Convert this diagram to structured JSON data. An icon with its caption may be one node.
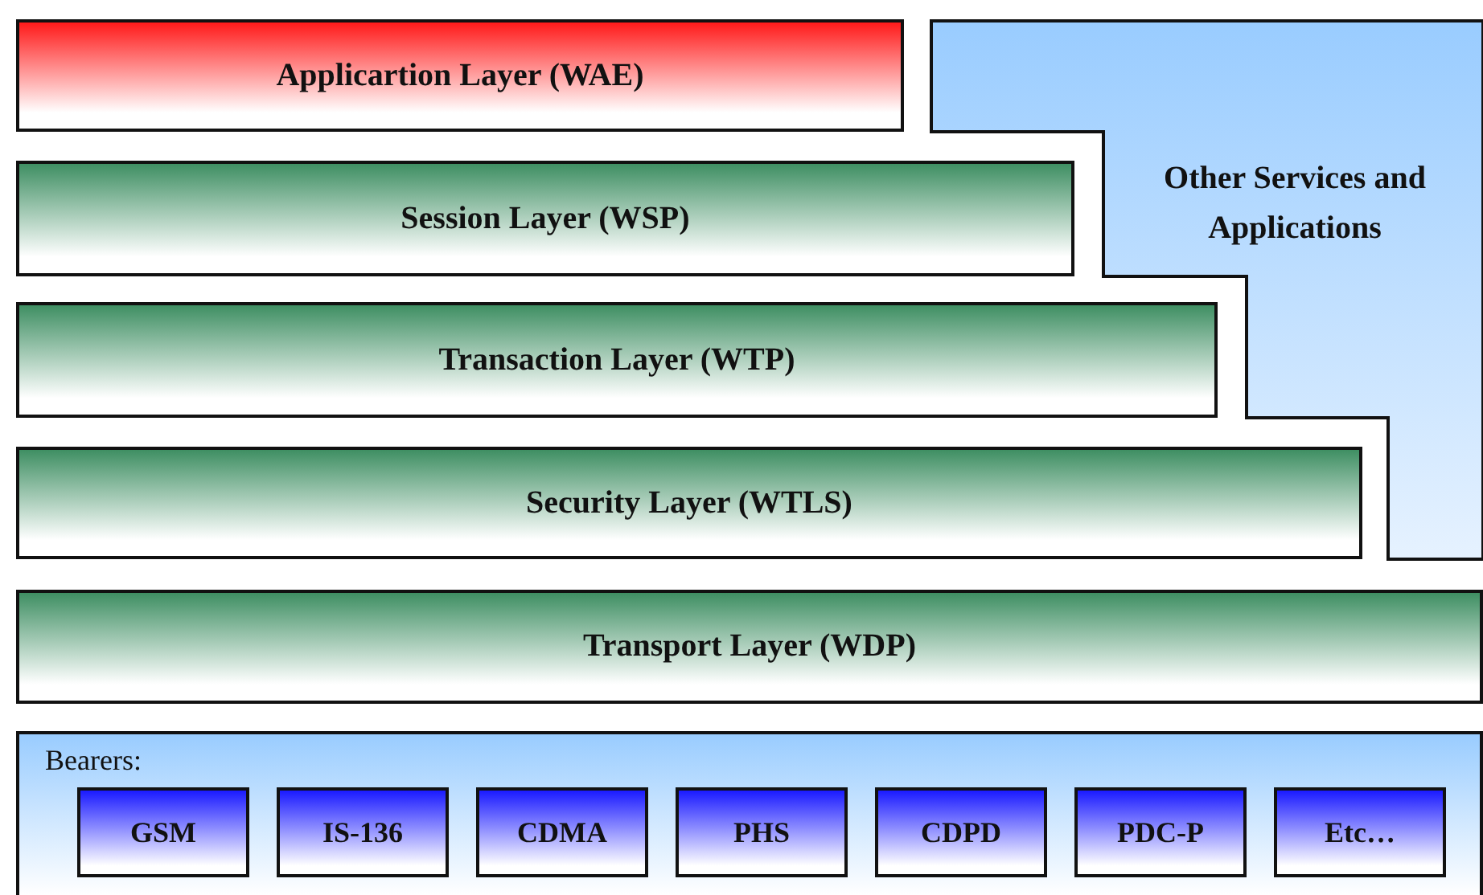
{
  "diagram": {
    "nodes": [
      {
        "text": [
          "Applicartion Layer (WAE)"
        ]
      },
      {
        "text": [
          "Session Layer (WSP)"
        ]
      },
      {
        "text": [
          "Transaction Layer (WTP)"
        ]
      },
      {
        "text": [
          "Security Layer (WTLS)"
        ]
      },
      {
        "text": [
          "Transport Layer (WDP)"
        ]
      },
      {
        "text": [
          "Other Services and Applications"
        ]
      },
      {
        "text": [
          "Bearers:"
        ]
      },
      {
        "text": [
          "GSM"
        ],
        "in": 6
      },
      {
        "text": [
          "IS-136"
        ],
        "in": 6
      },
      {
        "text": [
          "CDMA"
        ],
        "in": 6
      },
      {
        "text": [
          "PHS"
        ],
        "in": 6
      },
      {
        "text": [
          "CDPD"
        ],
        "in": 6
      },
      {
        "text": [
          "PDC-P"
        ],
        "in": 6
      },
      {
        "text": [
          "Etc…"
        ],
        "in": 6
      }
    ]
  }
}
